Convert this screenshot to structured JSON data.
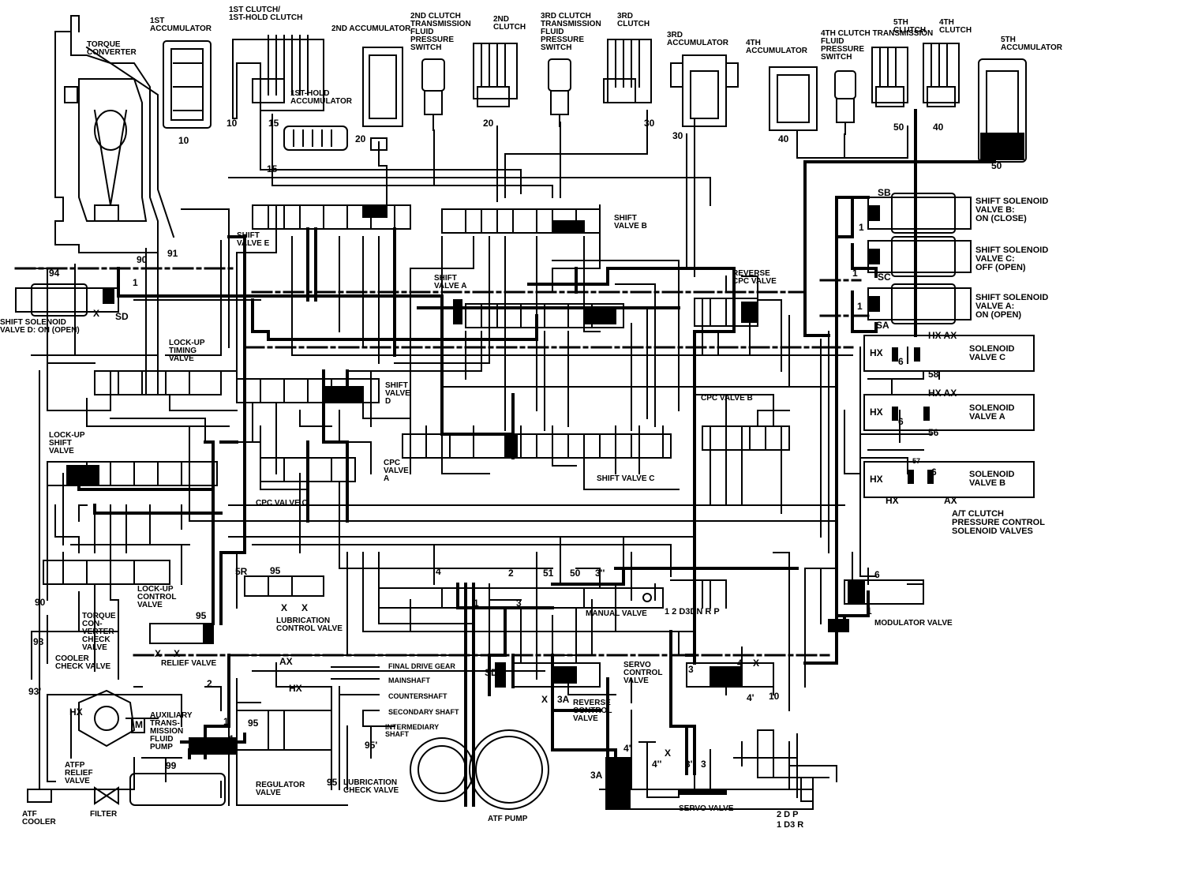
{
  "components": {
    "torque_converter": "TORQUE\nCONVERTER",
    "accumulator_1st": "1ST\nACCUMULATOR",
    "clutch_1st": "1ST CLUTCH/\n1ST-HOLD CLUTCH",
    "accumulator_2nd": "2ND ACCUMULATOR",
    "switch_2nd": "2ND CLUTCH\nTRANSMISSION\nFLUID\nPRESSURE\nSWITCH",
    "clutch_2nd": "2ND\nCLUTCH",
    "switch_3rd": "3RD CLUTCH\nTRANSMISSION\nFLUID\nPRESSURE\nSWITCH",
    "clutch_3rd": "3RD\nCLUTCH",
    "accumulator_3rd": "3RD\nACCUMULATOR",
    "accumulator_4th": "4TH\nACCUMULATOR",
    "switch_4th": "4TH CLUTCH TRANSMISSION\nFLUID\nPRESSURE\nSWITCH",
    "clutch_5th": "5TH\nCLUTCH",
    "clutch_4th": "4TH\nCLUTCH",
    "accumulator_5th": "5TH\nACCUMULATOR",
    "hold_accumulator": "1ST-HOLD\nACCUMULATOR",
    "solenoid_b": "SHIFT SOLENOID\nVALVE B:\nON (CLOSE)",
    "solenoid_c": "SHIFT SOLENOID\nVALVE C:\nOFF (OPEN)",
    "solenoid_a": "SHIFT SOLENOID\nVALVE A:\nON (OPEN)",
    "solenoid_d": "SHIFT SOLENOID\nVALVE D: ON (OPEN)",
    "shift_valve_e": "SHIFT\nVALVE E",
    "shift_valve_b": "SHIFT\nVALVE B",
    "shift_valve_a": "SHIFT\nVALVE A",
    "reverse_cpc": "REVERSE\nCPC VALVE",
    "lockup_timing": "LOCK-UP\nTIMING\nVALVE",
    "shift_valve_d": "SHIFT\nVALVE\nD",
    "cpc_valve_b": "CPC VALVE B",
    "lockup_shift": "LOCK-UP\nSHIFT\nVALVE",
    "cpc_valve_c": "CPC VALVE C",
    "cpc_valve_a": "CPC\nVALVE\nA",
    "shift_valve_c": "SHIFT VALVE C",
    "pcs_valve_c": "SOLENOID\nVALVE C",
    "pcs_valve_a": "SOLENOID\nVALVE A",
    "pcs_valve_b": "SOLENOID\nVALVE B",
    "pcs_group": "A/T CLUTCH\nPRESSURE CONTROL\nSOLENOID VALVES",
    "lockup_control": "LOCK-UP\nCONTROL\nVALVE",
    "lubrication_control": "LUBRICATION\nCONTROL VALVE",
    "manual_valve": "MANUAL VALVE",
    "modulator_valve": "MODULATOR VALVE",
    "tc_check": "TORQUE\nCON-\nVERTER\nCHECK\nVALVE",
    "relief_valve": "RELIEF VALVE",
    "cooler_check": "COOLER\nCHECK VALVE",
    "final_drive": "FINAL DRIVE GEAR",
    "mainshaft": "MAINSHAFT",
    "countershaft": "COUNTERSHAFT",
    "secondary_shaft": "SECONDARY SHAFT",
    "intermediary_shaft": "INTERMEDIARY\nSHAFT",
    "servo_control": "SERVO\nCONTROL\nVALVE",
    "reverse_control": "REVERSE\nCONTROL\nVALVE",
    "aux_pump": "AUXILIARY\nTRANS-\nMISSION\nFLUID\nPUMP",
    "atfp_relief": "ATFP\nRELIEF\nVALVE",
    "regulator": "REGULATOR\nVALVE",
    "lube_check": "LUBRICATION\nCHECK VALVE",
    "atf_cooler": "ATF\nCOOLER",
    "filter": "FILTER",
    "atf_pump": "ATF PUMP",
    "servo_valve": "SERVO VALVE"
  },
  "manual_positions": {
    "top": "1 2 D3DN R   P",
    "bottom_row1": "2  D   P",
    "bottom_row2": "1  D3  R"
  },
  "line_numbers": {
    "n10": "10",
    "n10b": "10",
    "n15": "15",
    "n15b": "15",
    "n20": "20",
    "n20b": "20",
    "n30": "30",
    "n30b": "30",
    "n40": "40",
    "n40b": "40",
    "n50": "50",
    "n50b": "50",
    "n90": "90",
    "n91": "91",
    "n94": "94",
    "n1sd": "1",
    "x_sd": "X",
    "sd": "SD",
    "sb_right": "SB",
    "sc_right": "SC",
    "sa_right": "SA",
    "one_b": "1",
    "one_c": "1",
    "one_a": "1",
    "hx_c": "HX",
    "ax_c": "HX AX",
    "six_c": "6",
    "fifty8": "58",
    "ax_a": "HX AX",
    "hx_a": "HX",
    "six_a": "6",
    "fifty6": "56",
    "hx_b": "HX",
    "six_b": "6",
    "hx_bl": "HX",
    "ax_bl": "AX",
    "n57": "57",
    "mod_6": "6",
    "mod_1": "1",
    "sv_3": "3",
    "sv_4": "4",
    "sv_x": "X",
    "sv_4p": "4'",
    "sv_10": "10",
    "sd_pump": "SD",
    "rc_x": "X",
    "rc_3a": "3A",
    "three_a": "3A",
    "srv_4p": "4'",
    "srv_4pp": "4''",
    "srv_x": "X",
    "srv_3p": "3'",
    "srv_3": "3",
    "aux_hx": "HX",
    "aux_m": "M",
    "n2": "2",
    "n1b": "1",
    "n95": "95",
    "n95p": "95'",
    "n95b": "95",
    "n99": "99",
    "n93p": "93'",
    "n93": "93",
    "n90b": "90",
    "reg_1": "1",
    "lb_5r": "5R",
    "lb_95": "95",
    "lb_x1": "X",
    "lb_x2": "X",
    "ax_hx": "AX",
    "hx_l": "HX",
    "mv_4": "4",
    "mv_2": "2",
    "mv_51": "51",
    "mv_50": "50",
    "mv_3pp": "3''",
    "mv_1": "1",
    "mv_3": "3",
    "rv_x1": "X",
    "rv_x2": "X",
    "rv_95": "95"
  }
}
